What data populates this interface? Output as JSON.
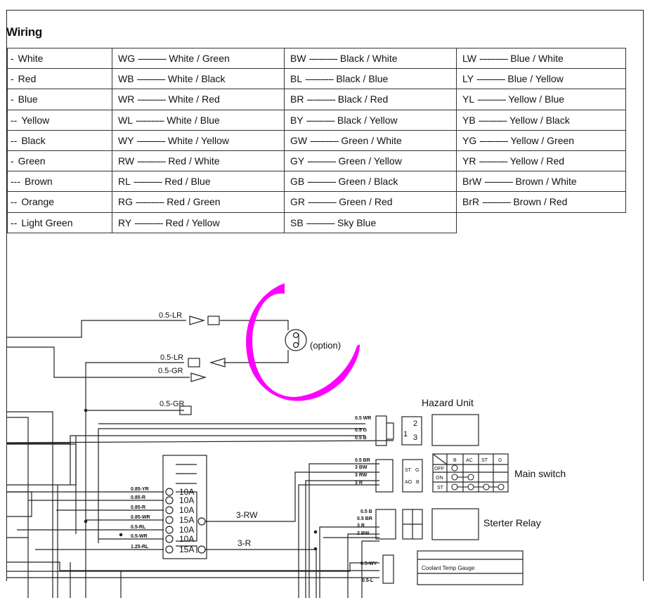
{
  "title": "Wiring",
  "legend": {
    "single_colors": [
      "White",
      "Red",
      "Blue",
      "Yellow",
      "Black",
      "Green",
      "Brown",
      "Orange",
      "Light Green"
    ],
    "single_prefixes": [
      "-",
      "-",
      "-",
      "--",
      "--",
      "-",
      "---",
      "--",
      "--"
    ],
    "columns": [
      [
        {
          "code": "WG",
          "color": "White / Green"
        },
        {
          "code": "WB",
          "color": "White / Black"
        },
        {
          "code": "WR",
          "color": "White / Red"
        },
        {
          "code": "WL",
          "color": "White / Blue"
        },
        {
          "code": "WY",
          "color": "White / Yellow"
        },
        {
          "code": "RW",
          "color": "Red / White"
        },
        {
          "code": "RL",
          "color": "Red / Blue"
        },
        {
          "code": "RG",
          "color": "Red / Green"
        },
        {
          "code": "RY",
          "color": "Red / Yellow"
        }
      ],
      [
        {
          "code": "BW",
          "color": "Black / White"
        },
        {
          "code": "BL",
          "color": "Black / Blue"
        },
        {
          "code": "BR",
          "color": "Black / Red"
        },
        {
          "code": "BY",
          "color": "Black / Yellow"
        },
        {
          "code": "GW",
          "color": "Green / White"
        },
        {
          "code": "GY",
          "color": "Green / Yellow"
        },
        {
          "code": "GB",
          "color": "Green / Black"
        },
        {
          "code": "GR",
          "color": "Green / Red"
        },
        {
          "code": "SB",
          "color": "Sky Blue"
        }
      ],
      [
        {
          "code": "LW",
          "color": "Blue / White"
        },
        {
          "code": "LY",
          "color": "Blue / Yellow"
        },
        {
          "code": "YL",
          "color": "Yellow / Blue"
        },
        {
          "code": "YB",
          "color": "Yellow / Black"
        },
        {
          "code": "YG",
          "color": "Yellow / Green"
        },
        {
          "code": "YR",
          "color": "Yellow / Red"
        },
        {
          "code": "BrW",
          "color": "Brown / White"
        },
        {
          "code": "BrR",
          "color": "Brown / Red"
        }
      ]
    ],
    "dash": "-----------"
  },
  "diagram": {
    "wire_labels_top": [
      "0.5-LR",
      "0.5-LR",
      "0.5-GR",
      "0.5-GR"
    ],
    "option_label": "(option)",
    "hazard_unit": {
      "title": "Hazard Unit",
      "wires": [
        "0.5 WR",
        "0.5 G",
        "0.5 B"
      ],
      "pins": [
        "1",
        "2",
        "3"
      ]
    },
    "main_switch": {
      "title": "Main switch",
      "wires": [
        "0.5 BR",
        "3 BW",
        "3 RW",
        "3 R"
      ],
      "connector_pins": [
        "ST",
        "G",
        "AO",
        "B"
      ],
      "columns": [
        "B",
        "AC",
        "ST",
        "G"
      ],
      "rows": [
        "OFF",
        "ON",
        "ST"
      ]
    },
    "fuse_box": {
      "wires": [
        "0.85-YR",
        "0.85-R",
        "0.85-R",
        "0.85-WR",
        "0.5-RL",
        "0.5-WR",
        "1.25-RL"
      ],
      "ratings": [
        "10A",
        "10A",
        "10A",
        "15A",
        "10A",
        "10A",
        "15A"
      ],
      "outputs": [
        "3-RW",
        "3-R"
      ]
    },
    "starter_relay": {
      "title": "Sterter Relay",
      "wires": [
        "0.5 B",
        "0.5 BR",
        "3 R",
        "2 BW"
      ]
    },
    "gauge": {
      "wires": [
        "0.5-WY",
        "0.5-L"
      ],
      "label": "Coolant Temp Gauge"
    },
    "annotation_color": "#ff00ff"
  }
}
